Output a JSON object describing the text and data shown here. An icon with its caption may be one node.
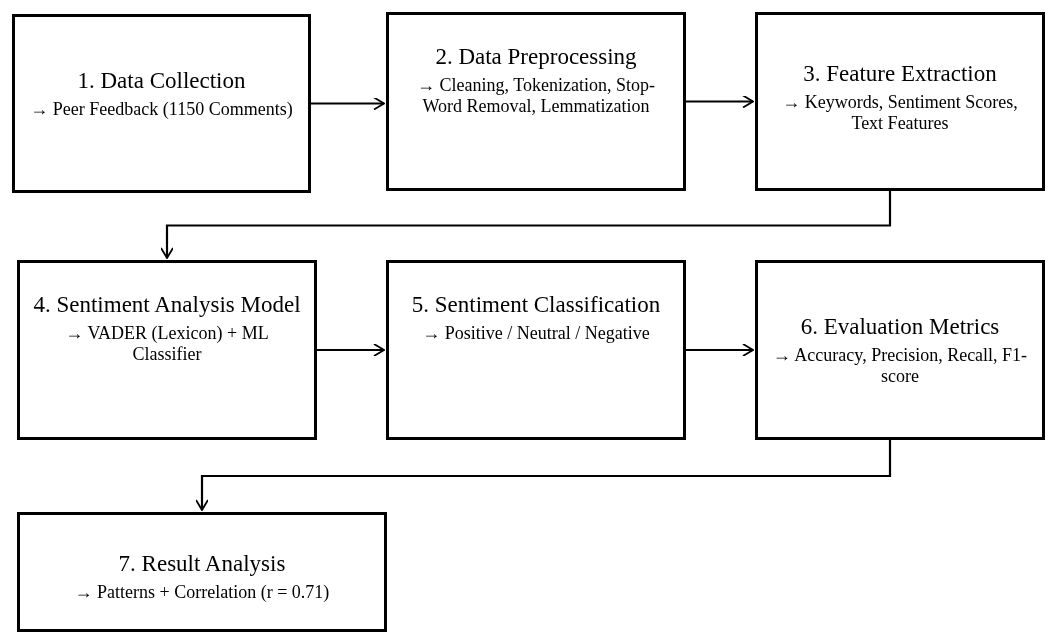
{
  "diagram": {
    "nodes": [
      {
        "text": [
          "1. Data Collection",
          "→ Peer Feedback (1150 Comments)"
        ]
      },
      {
        "text": [
          "2. Data Preprocessing",
          "→ Cleaning, Tokenization, Stop-Word Removal, Lemmatization"
        ]
      },
      {
        "text": [
          "3. Feature Extraction",
          "→ Keywords, Sentiment Scores, Text Features"
        ]
      },
      {
        "text": [
          "4. Sentiment Analysis Model",
          "→ VADER (Lexicon) + ML Classifier"
        ]
      },
      {
        "text": [
          "5. Sentiment Classification",
          "→ Positive / Neutral / Negative"
        ]
      },
      {
        "text": [
          "6. Evaluation Metrics",
          "→ Accuracy, Precision, Recall, F1-score"
        ]
      },
      {
        "text": [
          "7. Result Analysis",
          "→ Patterns + Correlation (r = 0.71)"
        ]
      }
    ],
    "edges": [
      {
        "from": 0,
        "to": 1,
        "arrow": "to"
      },
      {
        "from": 1,
        "to": 2,
        "arrow": "to"
      },
      {
        "from": 2,
        "to": 3,
        "arrow": "to"
      },
      {
        "from": 3,
        "to": 4,
        "arrow": "to"
      },
      {
        "from": 4,
        "to": 5,
        "arrow": "to"
      },
      {
        "from": 5,
        "to": 6,
        "arrow": "to"
      }
    ]
  }
}
